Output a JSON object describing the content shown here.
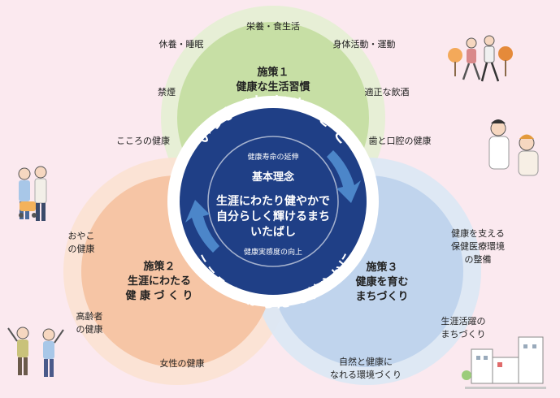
{
  "center": {
    "arc_top": "いつまでも いきいき と",
    "arc_bottom": "こころ も からだ も健やかに",
    "sub_top": "健康寿命の延伸",
    "sub_bottom": "健康実感度の向上",
    "concept_label": "基本理念",
    "concept_line1": "生涯にわたり健やかで",
    "concept_line2": "自分らしく輝けるまち",
    "concept_line3": "いたばし"
  },
  "policy1": {
    "title_line1": "施策１",
    "title_line2": "健康な生活習慣",
    "items": [
      "栄養・食生活",
      "休養・睡眠",
      "身体活動・運動",
      "禁煙",
      "適正な飲酒",
      "こころの健康",
      "歯と口腔の健康"
    ]
  },
  "policy2": {
    "title_line1": "施策２",
    "title_line2": "生涯にわたる",
    "title_line3": "健 康 づ く り",
    "items": [
      {
        "line1": "おやこ",
        "line2": "の健康"
      },
      {
        "line1": "高齢者",
        "line2": "の健康"
      },
      {
        "line1": "女性の健康",
        "line2": ""
      }
    ]
  },
  "policy3": {
    "title_line1": "施策３",
    "title_line2": "健康を育む",
    "title_line3": "まちづくり",
    "items": [
      {
        "line1": "健康を支える",
        "line2": "保健医療環境",
        "line3": "の整備"
      },
      {
        "line1": "生涯活躍の",
        "line2": "まちづくり",
        "line3": ""
      },
      {
        "line1": "自然と健康に",
        "line2": "なれる環境づくり",
        "line3": ""
      }
    ]
  },
  "colors": {
    "background": "#fbe9ef",
    "green_outer": "#e7efd6",
    "green_inner": "#c7dfa5",
    "orange_outer": "#fbe2d3",
    "orange_inner": "#f5c1a0",
    "blue_outer": "#dbe7f4",
    "blue_inner": "#bcd2ec",
    "navy": "#1f3f86",
    "arrow": "#4c86c9"
  }
}
